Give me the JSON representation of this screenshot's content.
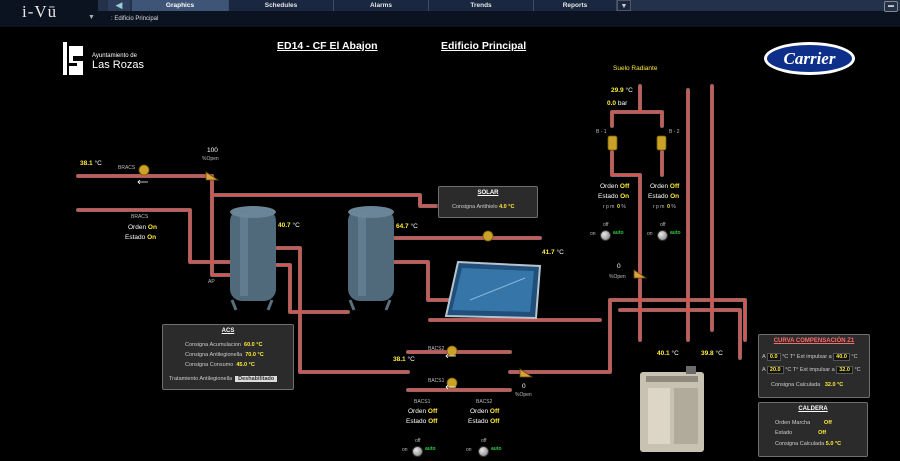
{
  "app": {
    "logo": "i-Vū"
  },
  "nav": {
    "back_icon": "back-arrow-icon",
    "tabs": [
      {
        "label": "Graphics",
        "active": true
      },
      {
        "label": "Schedules",
        "active": false
      },
      {
        "label": "Alarms",
        "active": false
      },
      {
        "label": "Trends",
        "active": false
      },
      {
        "label": "Reports",
        "active": false
      }
    ]
  },
  "breadcrumb": ": Edificio Principal",
  "header": {
    "left_title": "ED14 - CF El Abajon",
    "center_title": "Edificio Principal"
  },
  "logos": {
    "ayuntamiento_line1": "Ayuntamiento de",
    "ayuntamiento_line2": "Las Rozas",
    "carrier": "Carrier"
  },
  "colors": {
    "pipe": "#d9534f",
    "value": "#ffeb3b",
    "auto": "#2ecc40",
    "carrier_blue": "#0d2f8a"
  },
  "bracs": {
    "temp": "38.1",
    "unit": "°C",
    "name": "BRACS",
    "valve_pct": "100",
    "valve_unit": "%Open",
    "label": "BRACS",
    "orden_label": "Orden",
    "orden": "On",
    "estado_label": "Estado",
    "estado": "On"
  },
  "tank1": {
    "temp": "40.7",
    "unit": "°C",
    "ap": "AP"
  },
  "tank2": {
    "temp": "64.7",
    "unit": "°C"
  },
  "solar": {
    "title": "SOLAR",
    "consigna_label": "Consigna Antihielo",
    "consigna": "4.0",
    "unit": "°C",
    "temp": "41.7",
    "temp_unit": "°C"
  },
  "acs": {
    "title": "ACS",
    "rows": [
      {
        "label": "Consigna Acumulacion",
        "value": "60.0",
        "unit": "°C"
      },
      {
        "label": "Consigna Antilegionella",
        "value": "70.0",
        "unit": "°C"
      },
      {
        "label": "Consigna Consumo",
        "value": "45.0",
        "unit": "°C"
      }
    ],
    "tratamiento_label": "Tratamiento Antilegionella",
    "tratamiento": "Deshabilitado"
  },
  "bacs": {
    "temp": "38.1",
    "unit": "°C",
    "bacs2_label": "BACS2",
    "bacs1_label": "BACS1",
    "valve_pct": "0",
    "valve_unit": "%Open",
    "pumps": [
      {
        "name": "BACS1",
        "orden_label": "Orden",
        "orden": "Off",
        "estado_label": "Estado",
        "estado": "Off",
        "sw_off": "off",
        "sw_on": "on",
        "sw_mode": "auto"
      },
      {
        "name": "BACS2",
        "orden_label": "Orden",
        "orden": "Off",
        "estado_label": "Estado",
        "estado": "Off",
        "sw_off": "off",
        "sw_on": "on",
        "sw_mode": "auto"
      }
    ]
  },
  "suelo": {
    "title": "Suelo Radiante",
    "temp": "29.9",
    "temp_unit": "°C",
    "pressure": "0.0",
    "pressure_unit": "bar",
    "pump_labels": [
      "B - 1",
      "B - 2"
    ],
    "pumps": [
      {
        "orden_label": "Orden",
        "orden": "Off",
        "estado_label": "Estado",
        "estado": "On",
        "rpm_label": "r p m",
        "rpm": "0",
        "rpm_unit": "%",
        "sw_off": "off",
        "sw_on": "on",
        "sw_mode": "auto"
      },
      {
        "orden_label": "Orden",
        "orden": "Off",
        "estado_label": "Estado",
        "estado": "On",
        "rpm_label": "r p m",
        "rpm": "0",
        "rpm_unit": "%",
        "sw_off": "off",
        "sw_on": "on",
        "sw_mode": "auto"
      }
    ],
    "valve_pct": "0",
    "valve_unit": "%Open"
  },
  "boiler_temps": {
    "supply": "40.1",
    "return": "39.8",
    "unit": "°C"
  },
  "curva": {
    "title": "CURVA COMPENSACIÓN  Z1",
    "row1": {
      "prefix": "A",
      "v1": "0.0",
      "u1": "°C",
      "text": "T° Ext impulsar a",
      "v2": "40.0",
      "u2": "°C"
    },
    "row2": {
      "prefix": "A",
      "v1": "20.0",
      "u1": "°C",
      "text": "T° Ext impulsar a",
      "v2": "32.0",
      "u2": "°C"
    },
    "consigna_label": "Consigna Calculada",
    "consigna": "32.0",
    "unit": "°C"
  },
  "caldera": {
    "title": "CALDERA",
    "orden_label": "Orden Marcha",
    "orden": "Off",
    "estado_label": "Estado",
    "estado": "Off",
    "consigna_label": "Consigna Calculada",
    "consigna": "5.0",
    "unit": "°C"
  }
}
